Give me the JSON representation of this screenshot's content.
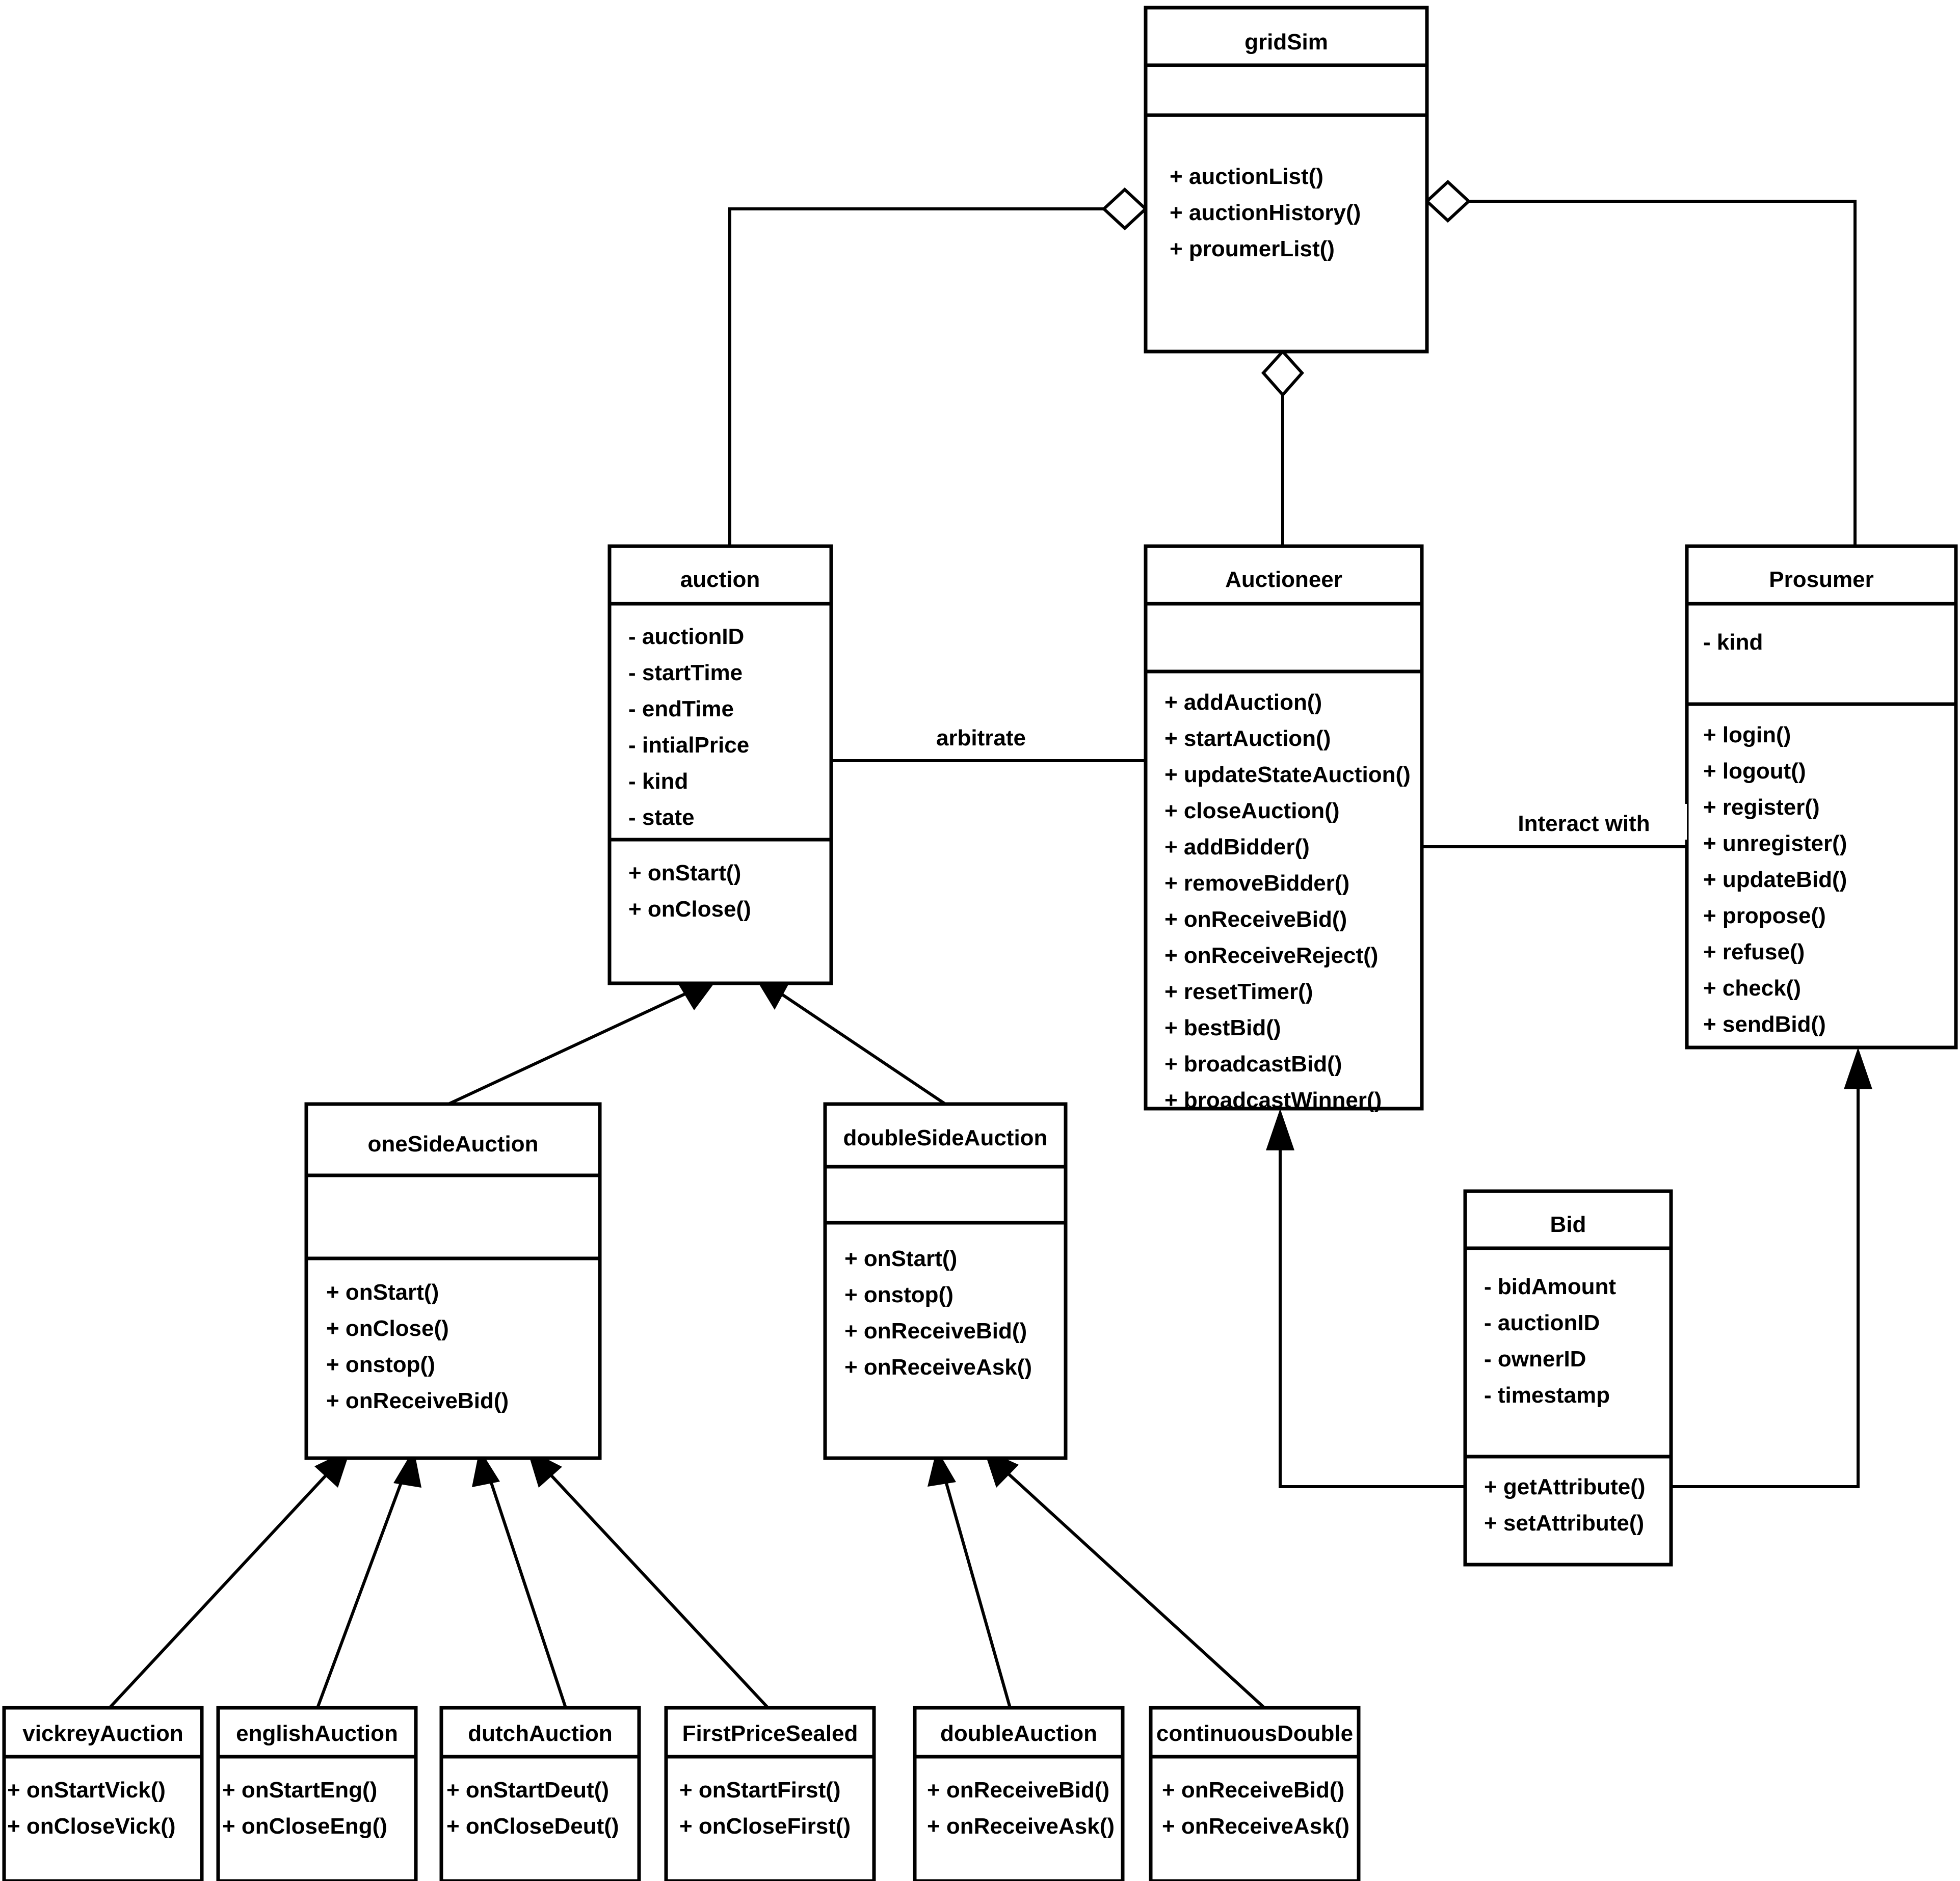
{
  "diagram": {
    "kind": "uml-class-diagram",
    "classes": [
      {
        "id": "gridSim",
        "name": "gridSim",
        "attributes": [],
        "operations": [
          "+ auctionList()",
          "+ auctionHistory()",
          "+ proumerList()"
        ]
      },
      {
        "id": "auction",
        "name": "auction",
        "attributes": [
          "- auctionID",
          "- startTime",
          "- endTime",
          "- intialPrice",
          "- kind",
          "- state"
        ],
        "operations": [
          "+ onStart()",
          "+ onClose()"
        ]
      },
      {
        "id": "Auctioneer",
        "name": "Auctioneer",
        "attributes": [],
        "operations": [
          "+ addAuction()",
          "+ startAuction()",
          "+ updateStateAuction()",
          "+ closeAuction()",
          "+ addBidder()",
          "+ removeBidder()",
          "+ onReceiveBid()",
          "+ onReceiveReject()",
          "+ resetTimer()",
          "+ bestBid()",
          "+ broadcastBid()",
          "+ broadcastWinner()"
        ]
      },
      {
        "id": "Prosumer",
        "name": "Prosumer",
        "attributes": [
          "- kind"
        ],
        "operations": [
          "+ login()",
          "+ logout()",
          "+ register()",
          "+ unregister()",
          "+ updateBid()",
          "+ propose()",
          "+ refuse()",
          "+ check()",
          "+ sendBid()"
        ]
      },
      {
        "id": "oneSideAuction",
        "name": "oneSideAuction",
        "attributes": [],
        "operations": [
          "+ onStart()",
          "+ onClose()",
          "+ onstop()",
          "+ onReceiveBid()"
        ]
      },
      {
        "id": "doubleSideAuction",
        "name": "doubleSideAuction",
        "attributes": [],
        "operations": [
          "+ onStart()",
          "+ onstop()",
          "+ onReceiveBid()",
          "+ onReceiveAsk()"
        ]
      },
      {
        "id": "Bid",
        "name": "Bid",
        "attributes": [
          "- bidAmount",
          "- auctionID",
          "- ownerID",
          "- timestamp"
        ],
        "operations": [
          "+ getAttribute()",
          "+ setAttribute()"
        ]
      },
      {
        "id": "vickreyAuction",
        "name": "vickreyAuction",
        "attributes": [],
        "operations": [
          "+ onStartVick()",
          "+ onCloseVick()"
        ]
      },
      {
        "id": "englishAuction",
        "name": "englishAuction",
        "attributes": [],
        "operations": [
          "+ onStartEng()",
          "+ onCloseEng()"
        ]
      },
      {
        "id": "dutchAuction",
        "name": "dutchAuction",
        "attributes": [],
        "operations": [
          "+ onStartDeut()",
          "+ onCloseDeut()"
        ]
      },
      {
        "id": "FirstPriceSealed",
        "name": "FirstPriceSealed",
        "attributes": [],
        "operations": [
          "+ onStartFirst()",
          "+ onCloseFirst()"
        ]
      },
      {
        "id": "doubleAuction",
        "name": "doubleAuction",
        "attributes": [],
        "operations": [
          "+ onReceiveBid()",
          "+ onReceiveAsk()"
        ]
      },
      {
        "id": "continuousDouble",
        "name": "continuousDouble",
        "attributes": [],
        "operations": [
          "+ onReceiveBid()",
          "+ onReceiveAsk()"
        ]
      }
    ],
    "association_labels": {
      "arbitrate": "arbitrate",
      "interact_with": "Interact with"
    },
    "relationships": [
      {
        "type": "aggregation",
        "from": "gridSim",
        "to": "auction"
      },
      {
        "type": "aggregation",
        "from": "gridSim",
        "to": "Auctioneer"
      },
      {
        "type": "aggregation",
        "from": "gridSim",
        "to": "Prosumer"
      },
      {
        "type": "association",
        "from": "auction",
        "to": "Auctioneer",
        "label": "arbitrate"
      },
      {
        "type": "association",
        "from": "Auctioneer",
        "to": "Prosumer",
        "label": "Interact with"
      },
      {
        "type": "generalization",
        "from": "oneSideAuction",
        "to": "auction"
      },
      {
        "type": "generalization",
        "from": "doubleSideAuction",
        "to": "auction"
      },
      {
        "type": "generalization",
        "from": "vickreyAuction",
        "to": "oneSideAuction"
      },
      {
        "type": "generalization",
        "from": "englishAuction",
        "to": "oneSideAuction"
      },
      {
        "type": "generalization",
        "from": "dutchAuction",
        "to": "oneSideAuction"
      },
      {
        "type": "generalization",
        "from": "FirstPriceSealed",
        "to": "oneSideAuction"
      },
      {
        "type": "generalization",
        "from": "doubleAuction",
        "to": "doubleSideAuction"
      },
      {
        "type": "generalization",
        "from": "continuousDouble",
        "to": "doubleSideAuction"
      },
      {
        "type": "generalization",
        "from": "Bid",
        "to": "Auctioneer"
      },
      {
        "type": "generalization",
        "from": "Bid",
        "to": "Prosumer"
      }
    ],
    "colors": {
      "stroke": "#000000",
      "fill": "#ffffff"
    }
  }
}
